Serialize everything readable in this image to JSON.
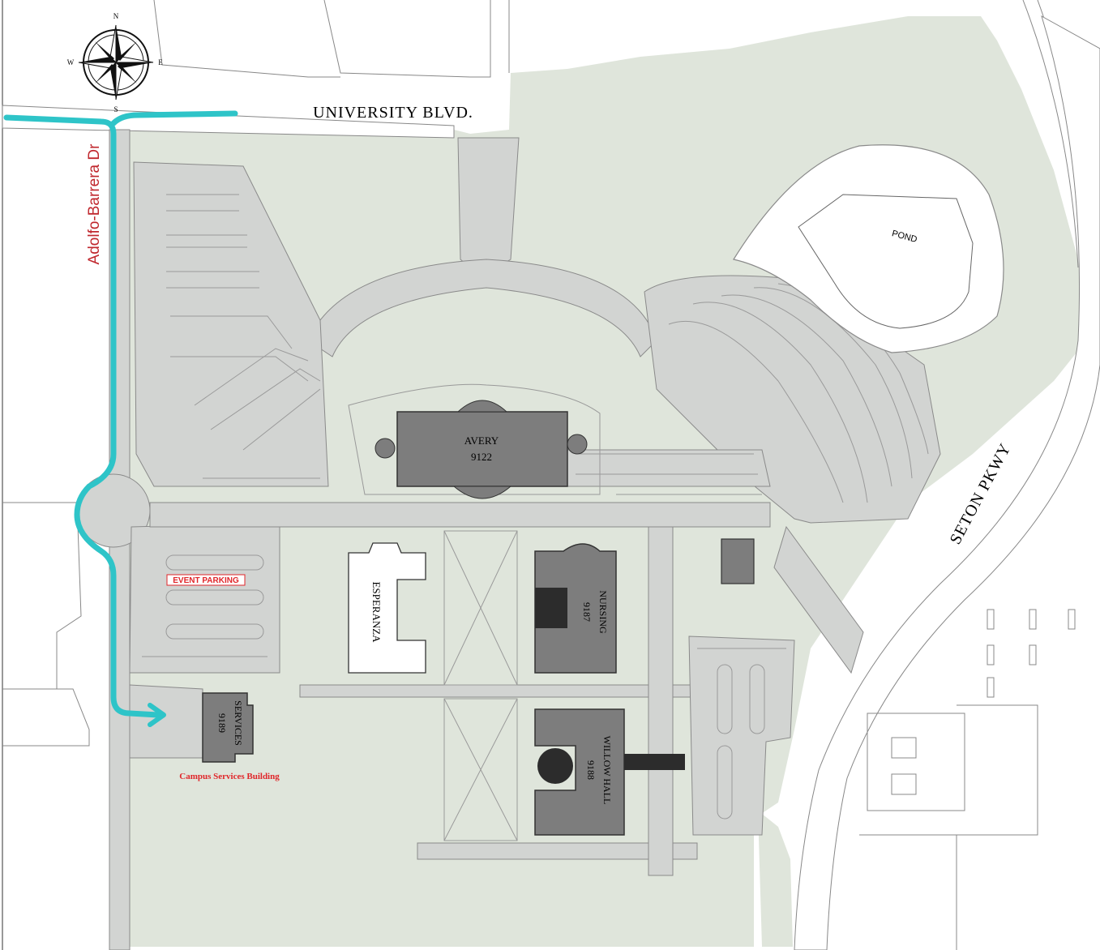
{
  "compass": {
    "n": "N",
    "s": "S",
    "e": "E",
    "w": "W"
  },
  "roads": {
    "university_blvd": "UNIVERSITY BLVD.",
    "seton_pkwy": "SETON PKWY",
    "adolfo_barrera": "Adolfo-Barrera Dr"
  },
  "buildings": {
    "avery_name": "AVERY",
    "avery_number": "9122",
    "nursing_name": "NURSING",
    "nursing_number": "9187",
    "esperanza_name": "ESPERANZA",
    "willow_name": "WILLOW HALL",
    "willow_number": "9188",
    "services_name": "SERVICES",
    "services_number": "9189"
  },
  "features": {
    "pond": "POND",
    "event_parking": "EVENT PARKING",
    "campus_services_caption": "Campus Services Building"
  },
  "colors": {
    "grass": "#dfe5db",
    "pavement": "#d2d4d2",
    "building": "#7d7d7d",
    "route": "#2ec4c8",
    "accent_red": "#e0262a"
  }
}
